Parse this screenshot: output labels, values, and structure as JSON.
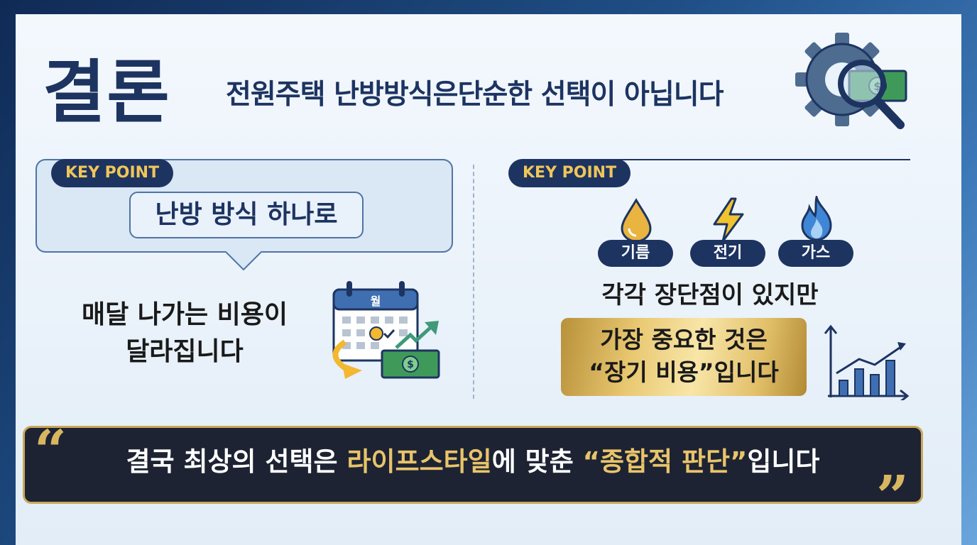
{
  "header": {
    "title": "결론",
    "subtitle": "전원주택 난방방식은단순한 선택이 아닙니다"
  },
  "left_panel": {
    "badge": "KEY POINT",
    "pill": "난방 방식 하나로",
    "line1": "매달 나가는 비용이",
    "line2": "달라집니다",
    "calendar_label": "월"
  },
  "right_panel": {
    "badge": "KEY POINT",
    "fuels": [
      {
        "label": "기름",
        "icon": "oil-drop-icon",
        "color": "#e9b43f"
      },
      {
        "label": "전기",
        "icon": "lightning-icon",
        "color": "#f2c230"
      },
      {
        "label": "가스",
        "icon": "gas-flame-icon",
        "color": "#3f86d6"
      }
    ],
    "pros_cons": "각각 장단점이 있지만",
    "highlight_line1": "가장 중요한 것은",
    "highlight_line2": "“장기 비용”입니다"
  },
  "conclusion": {
    "part1": "결국 최상의 선택은 ",
    "highlight1": "라이프스타일",
    "part2": "에 맞춘 ",
    "highlight2": "“종합적 판단”",
    "part3": "입니다",
    "quote_open": "“",
    "quote_close": "”"
  },
  "colors": {
    "navy": "#1d3461",
    "gold": "#e8c46a",
    "dark_bar": "#1d2333"
  }
}
